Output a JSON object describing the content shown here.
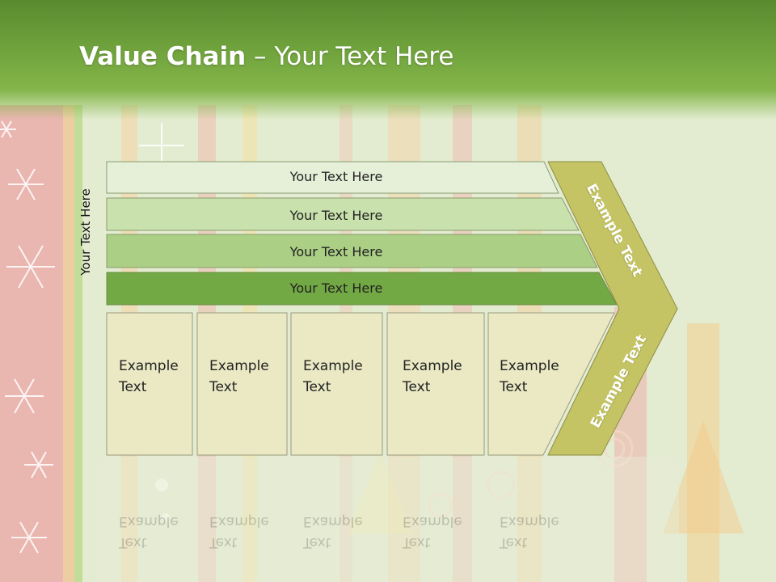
{
  "slide": {
    "title_bold": "Value Chain",
    "title_rest": " – Your Text Here",
    "side_label": "Your Text Here"
  },
  "bars": [
    {
      "label": "Your Text Here",
      "color": "#e6f0d9"
    },
    {
      "label": "Your Text Here",
      "color": "#c9e2ad"
    },
    {
      "label": "Your Text Here",
      "color": "#abcf85"
    },
    {
      "label": "Your Text Here",
      "color": "#72a944"
    }
  ],
  "boxes": [
    {
      "line1": "Example",
      "line2": "Text"
    },
    {
      "line1": "Example",
      "line2": "Text"
    },
    {
      "line1": "Example",
      "line2": "Text"
    },
    {
      "line1": "Example",
      "line2": "Text"
    },
    {
      "line1": "Example",
      "line2": "Text"
    }
  ],
  "chevron": {
    "upper_label": "Example Text",
    "lower_label": "Example Text",
    "color": "#c4c464"
  }
}
